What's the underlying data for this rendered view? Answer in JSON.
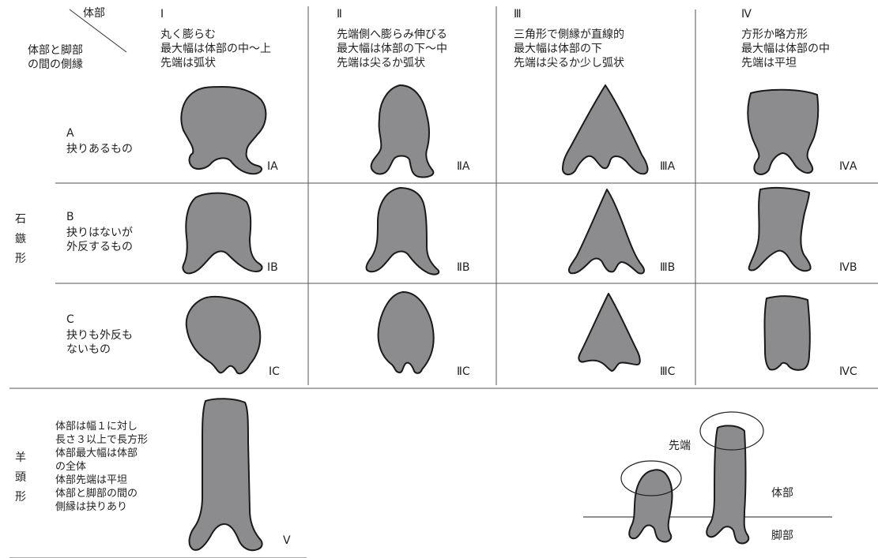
{
  "corner": {
    "top_label": "体部",
    "bottom_label": "体部と脚部\nの間の側縁"
  },
  "columns": [
    {
      "numeral": "Ⅰ",
      "desc": "丸く膨らむ\n最大幅は体部の中〜上\n先端は弧状"
    },
    {
      "numeral": "Ⅱ",
      "desc": "先端側へ膨らみ伸びる\n最大幅は体部の下〜中\n先端は尖るか弧状"
    },
    {
      "numeral": "Ⅲ",
      "desc": "三角形で側縁が直線的\n最大幅は体部の下\n先端は尖るか少し弧状"
    },
    {
      "numeral": "Ⅳ",
      "desc": "方形か略方形\n最大幅は体部の中\n先端は平坦"
    }
  ],
  "rows": [
    {
      "letter": "A",
      "desc": "抉りあるもの"
    },
    {
      "letter": "B",
      "desc": "抉りはないが\n外反するもの"
    },
    {
      "letter": "C",
      "desc": "抉りも外反も\nないもの"
    }
  ],
  "group_labels": {
    "arrowhead": [
      "石",
      "鏃",
      "形"
    ],
    "ram_head": [
      "羊",
      "頭",
      "形"
    ]
  },
  "cell_labels": [
    [
      "ⅠA",
      "ⅡA",
      "ⅢA",
      "ⅣA"
    ],
    [
      "ⅠB",
      "ⅡB",
      "ⅢB",
      "ⅣB"
    ],
    [
      "ⅠC",
      "ⅡC",
      "ⅢC",
      "ⅣC"
    ]
  ],
  "type_v": {
    "desc": "体部は幅１に対し\n長さ３以上で長方形\n体部最大幅は体部\nの全体\n体部先端は平坦\n体部と脚部の間の\n側縁は抉りあり",
    "label": "Ⅴ"
  },
  "parts_diagram": {
    "tip": "先端",
    "body": "体部",
    "leg": "脚部"
  },
  "colors": {
    "shape_fill": "#8c8c8e",
    "outline": "#1a1a1a",
    "grid_line": "#555555"
  }
}
